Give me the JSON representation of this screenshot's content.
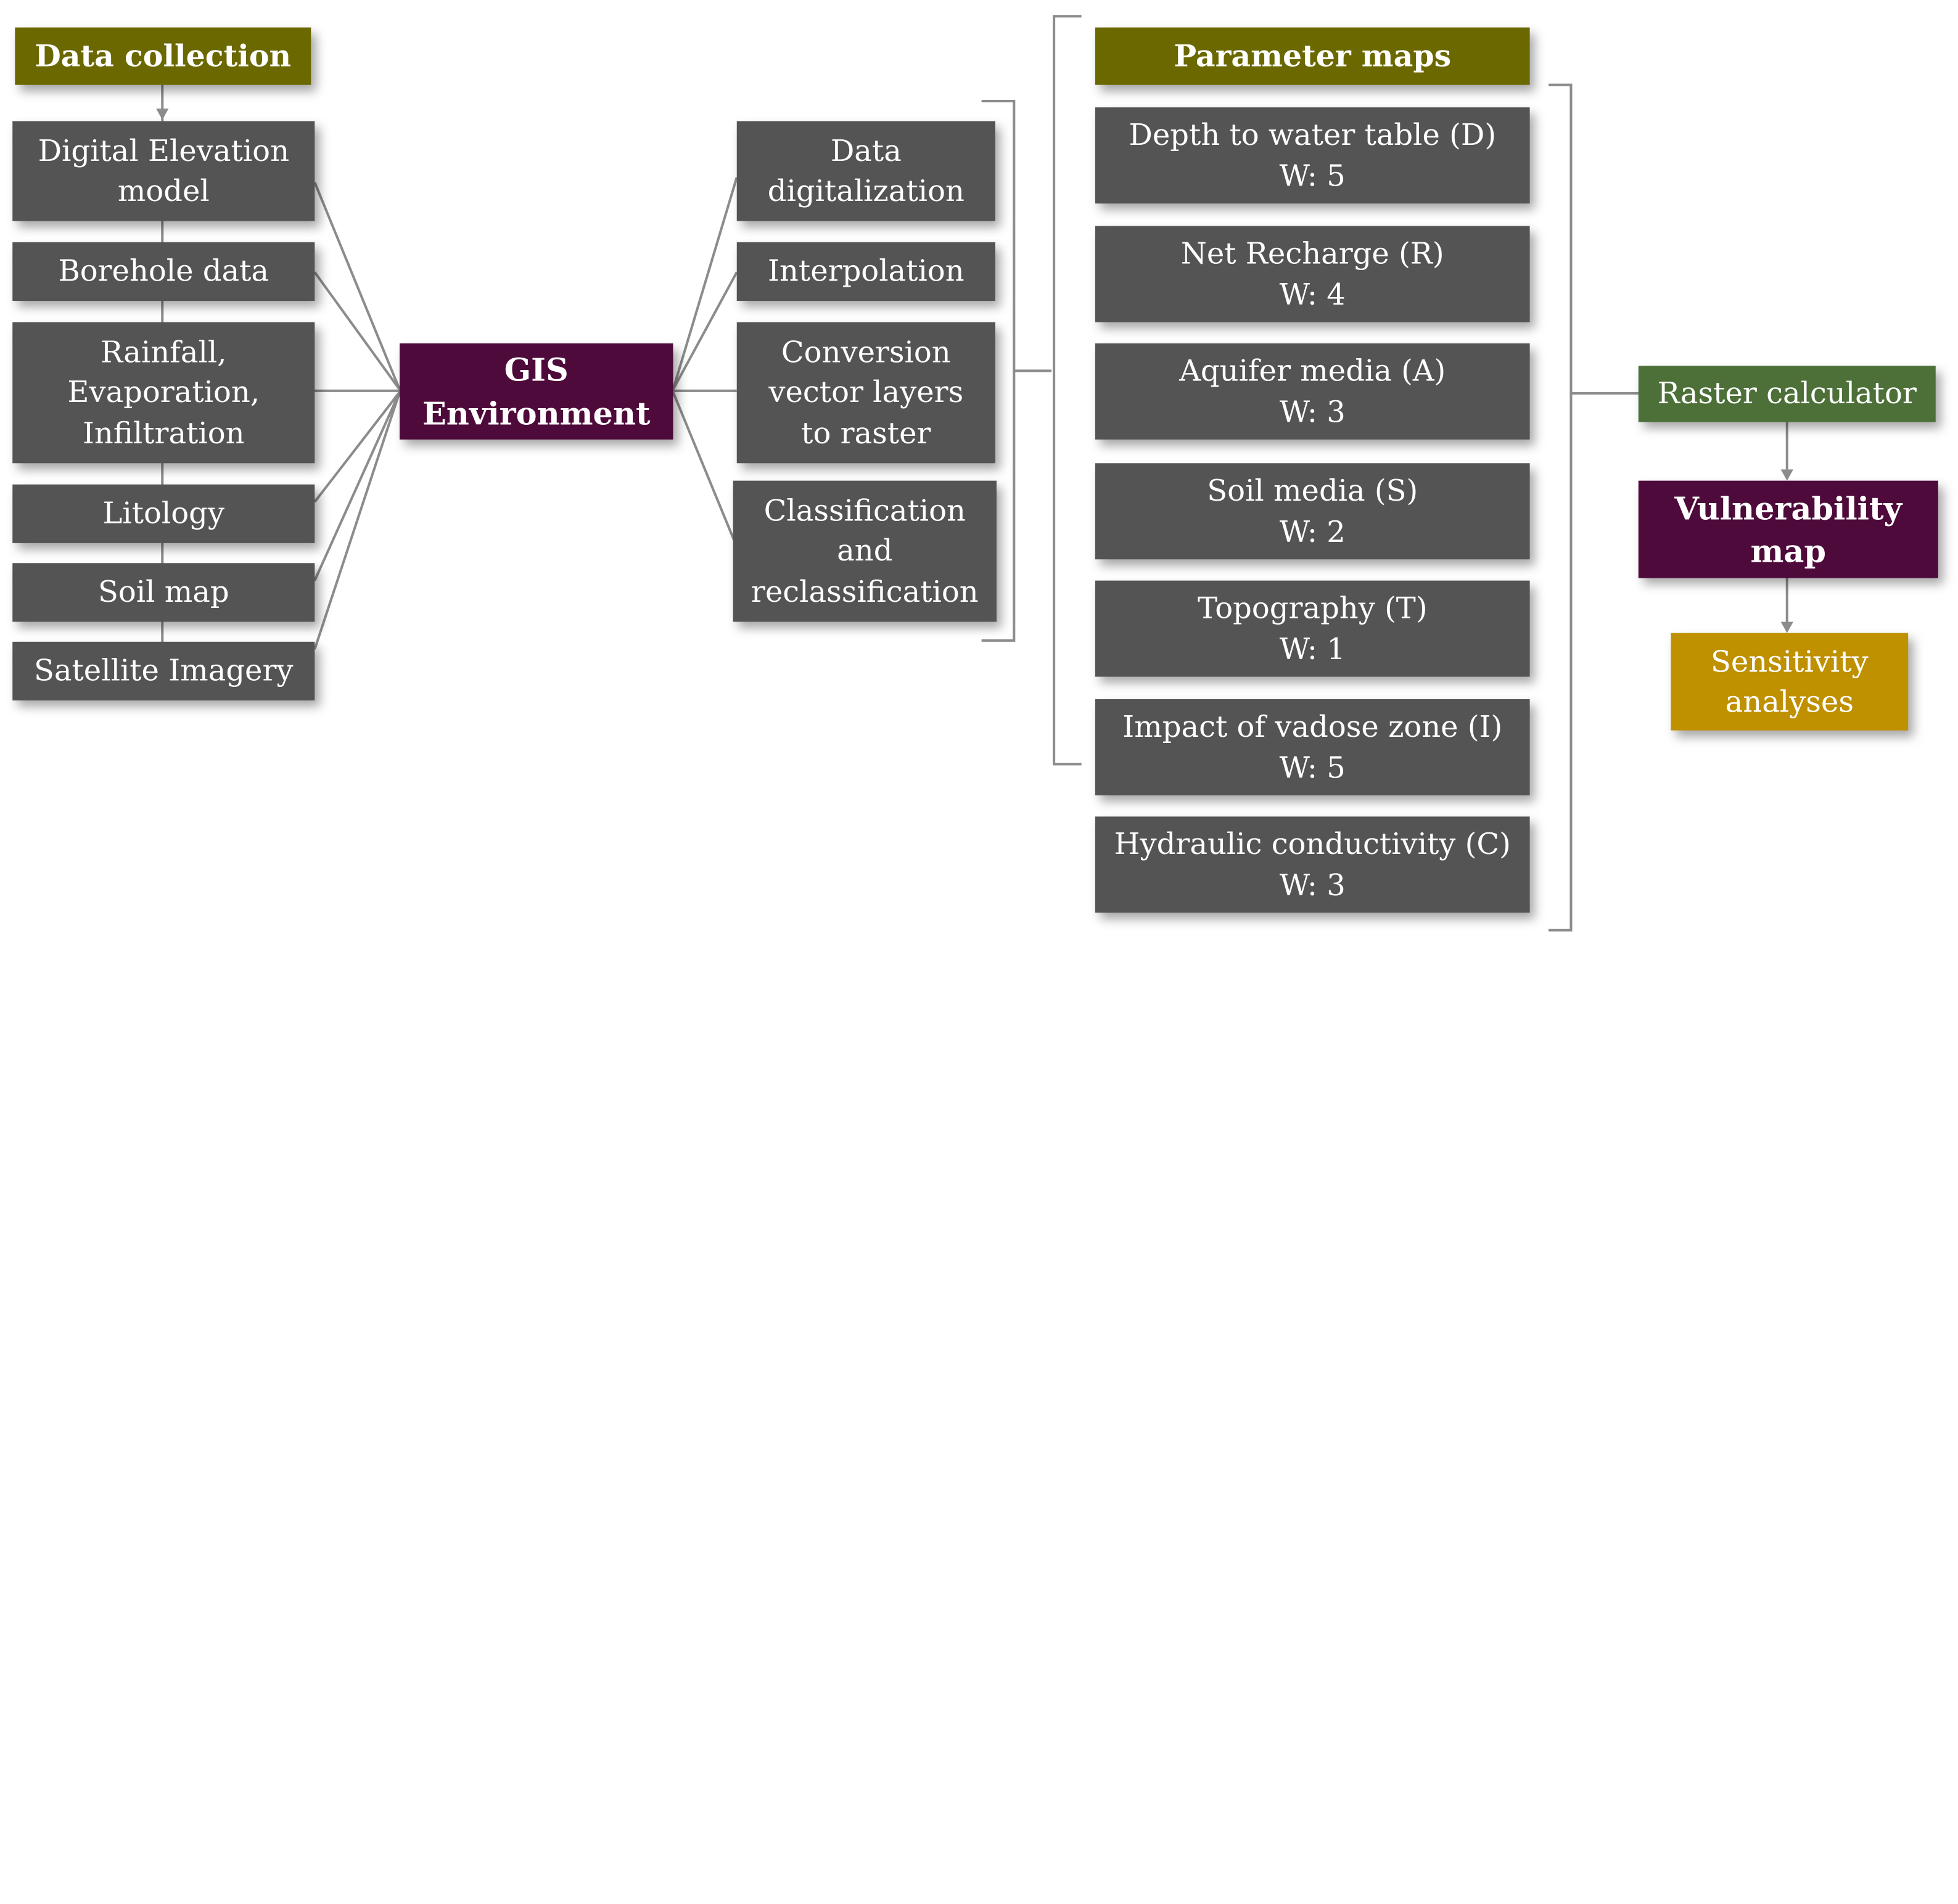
{
  "data_collection": {
    "header": "Data collection",
    "items": [
      "Digital Elevation\nmodel",
      "Borehole data",
      "Rainfall,\nEvaporation,\nInfiltration",
      "Litology",
      "Soil map",
      "Satellite Imagery"
    ]
  },
  "gis": {
    "label": "GIS\nEnvironment"
  },
  "processing": {
    "items": [
      "Data\ndigitalization",
      "Interpolation",
      "Conversion\nvector layers\nto raster",
      "Classification\nand\nreclassification"
    ]
  },
  "parameter_maps": {
    "header": "Parameter maps",
    "items": [
      "Depth to water table (D)\nW: 5",
      "Net Recharge (R)\nW: 4",
      "Aquifer media (A)\nW: 3",
      "Soil media (S)\nW: 2",
      "Topography (T)\nW: 1",
      "Impact of vadose zone (I)\nW: 5",
      "Hydraulic conductivity (C)\nW: 3"
    ]
  },
  "raster_calculator": {
    "label": "Raster calculator"
  },
  "vulnerability_map": {
    "label": "Vulnerability\nmap"
  },
  "sensitivity": {
    "label": "Sensitivity\nanalyses"
  },
  "colors": {
    "box_gray": "#545454",
    "header_olive": "#6b6800",
    "accent_plum": "#4e0a3a",
    "calc_green": "#4c7038",
    "sensitivity_gold": "#bf9000",
    "connector": "#8c8c8c"
  }
}
